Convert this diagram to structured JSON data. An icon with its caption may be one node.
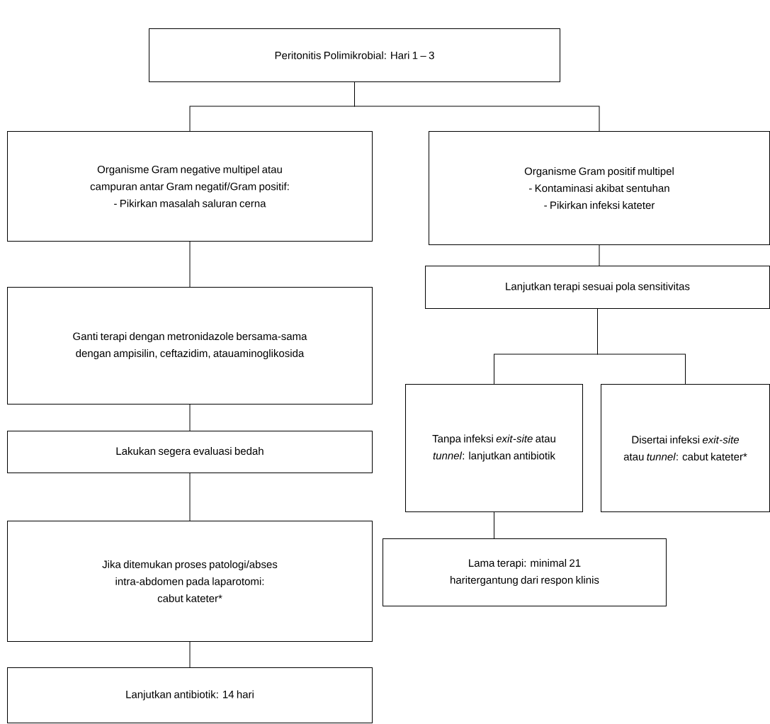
{
  "diagram": {
    "nodes": [
      {
        "text": [
          "Peritonitis Polimikrobial: Hari 1 – 3"
        ]
      },
      {
        "text": [
          "Organisme Gram negative multipel atau campuran antar Gram negatif/Gram positif:",
          "- Pikirkan masalah saluran cerna"
        ]
      },
      {
        "text": [
          "Organisme Gram positif multipel",
          "- Kontaminasi akibat sentuhan",
          "- Pikirkan infeksi kateter"
        ]
      },
      {
        "text": [
          "Ganti terapi dengan metronidazole bersama-sama dengan ampisilin, ceftazidim, atauaminoglikosida"
        ]
      },
      {
        "text": [
          "Lanjutkan terapi sesuai pola sensitivitas"
        ]
      },
      {
        "text": [
          "Tanpa infeksi *exit*-*site* atau *tunnel*: lanjutkan antibiotik"
        ]
      },
      {
        "text": [
          "Disertai infeksi *exit*-*site* atau *tunnel*: cabut kateter*"
        ]
      },
      {
        "text": [
          "Lakukan segera evaluasi bedah"
        ]
      },
      {
        "text": [
          "Jika ditemukan proses patologi/abses intra-abdomen pada laparotomi:",
          "cabut kateter*"
        ]
      },
      {
        "text": [
          "Lama terapi: minimal 21 haritergantung dari respon klinis"
        ]
      },
      {
        "text": [
          "Lanjutkan antibiotik: 14 hari"
        ]
      }
    ],
    "edges": [
      {
        "from": 0,
        "to": 1,
        "arrow": "none"
      },
      {
        "from": 0,
        "to": 2,
        "arrow": "none"
      },
      {
        "from": 1,
        "to": 3,
        "arrow": "none"
      },
      {
        "from": 3,
        "to": 7,
        "arrow": "none"
      },
      {
        "from": 7,
        "to": 8,
        "arrow": "none"
      },
      {
        "from": 8,
        "to": 10,
        "arrow": "none"
      },
      {
        "from": 2,
        "to": 4,
        "arrow": "none"
      },
      {
        "from": 4,
        "to": 5,
        "arrow": "none"
      },
      {
        "from": 4,
        "to": 6,
        "arrow": "none"
      },
      {
        "from": 5,
        "to": 9,
        "arrow": "none"
      }
    ]
  }
}
